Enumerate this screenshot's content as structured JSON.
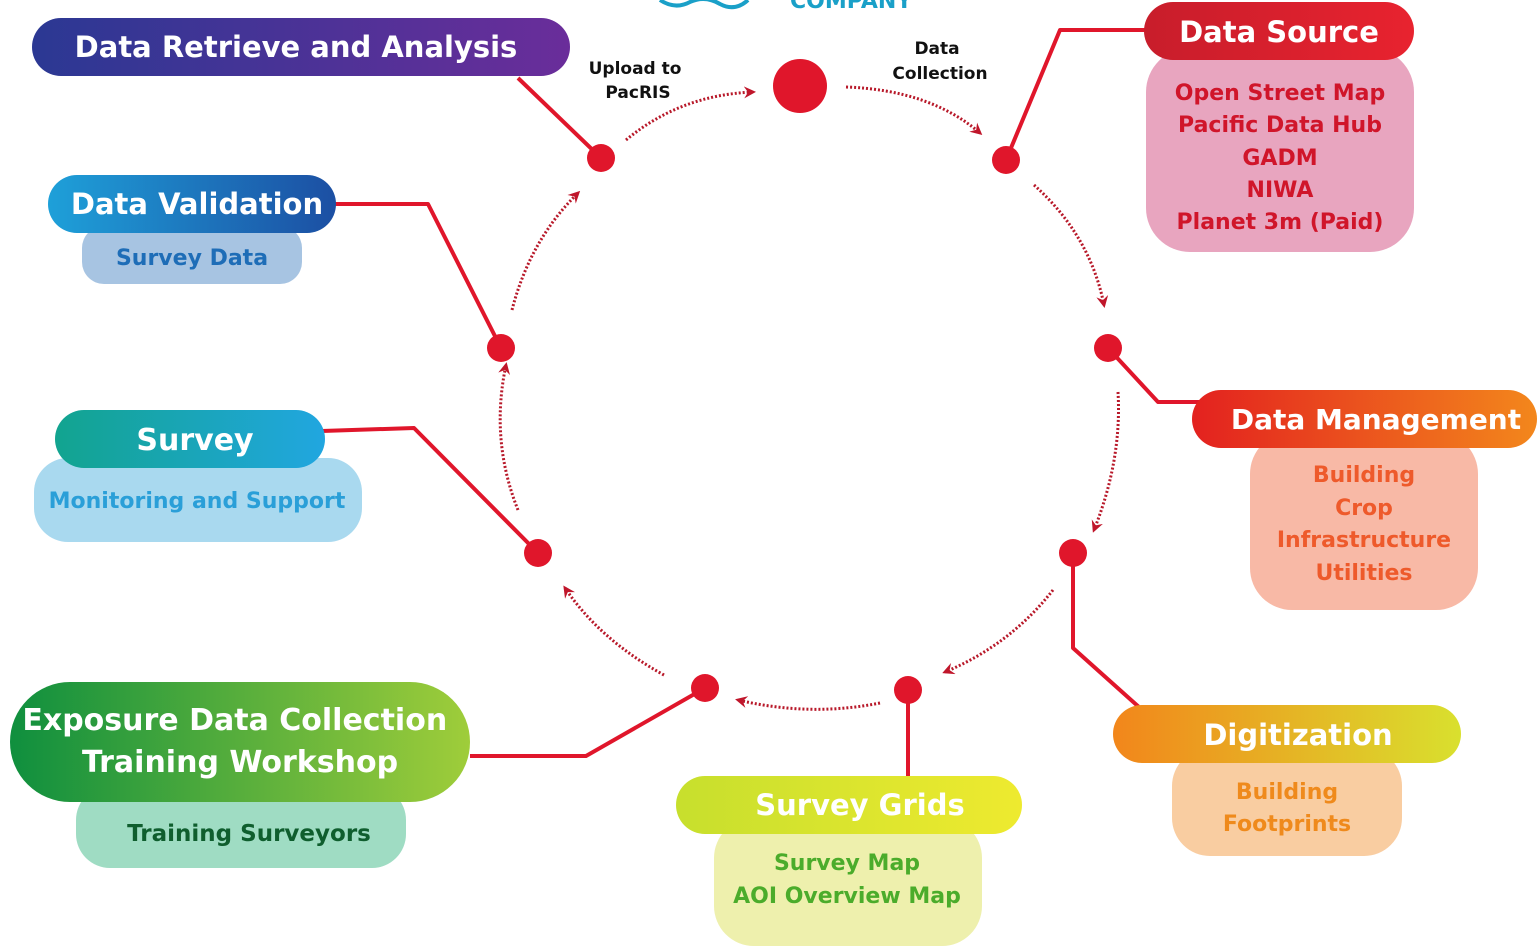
{
  "logo": {
    "text": "COMPANY"
  },
  "flow_labels": {
    "upload": [
      "Upload to",
      "PacRIS"
    ],
    "collection": [
      "Data",
      "Collection"
    ]
  },
  "stages": {
    "data_source": {
      "title": "Data Source",
      "items": [
        "Open Street Map",
        "Pacific Data Hub",
        "GADM",
        "NIWA",
        "Planet 3m (Paid)"
      ],
      "title_color": "#d01a2a",
      "box_color": "#e8a5bf",
      "text_color": "#d0152a"
    },
    "data_management": {
      "title": "Data Management",
      "items": [
        "Building",
        "Crop",
        "Infrastructure",
        "Utilities"
      ],
      "title_color": "#ea3e1d",
      "box_color": "#f8b9a6",
      "text_color": "#ee5a2b"
    },
    "digitization": {
      "title": "Digitization",
      "items": [
        "Building",
        "Footprints"
      ],
      "title_color": "#f29a1c",
      "box_color": "#f9cda1",
      "text_color": "#ef8a1c"
    },
    "survey_grids": {
      "title": "Survey Grids",
      "items": [
        "Survey Map",
        "AOI Overview Map"
      ],
      "title_color": "#d3e32a",
      "box_color": "#eef0ad",
      "text_color": "#4bac2b"
    },
    "training": {
      "title_lines": [
        "Exposure Data Collection",
        "Training Workshop"
      ],
      "items": [
        "Training Surveyors"
      ],
      "title_color": "#2a9a44",
      "box_color": "#9fdcc3",
      "text_color": "#0f5e2e"
    },
    "survey": {
      "title": "Survey",
      "items": [
        "Monitoring and Support"
      ],
      "title_color": "#1ea8b7",
      "box_color": "#a9d9ef",
      "text_color": "#2a9fd8"
    },
    "data_validation": {
      "title": "Data Validation",
      "items": [
        "Survey Data"
      ],
      "title_color": "#1a6fb8",
      "box_color": "#a7c4e2",
      "text_color": "#1e6db7"
    },
    "data_retrieve": {
      "title": "Data Retrieve and Analysis",
      "title_color": "#3b3196"
    }
  },
  "colors": {
    "connector": "#e0162b",
    "cycle_arrow": "#b8192a"
  }
}
